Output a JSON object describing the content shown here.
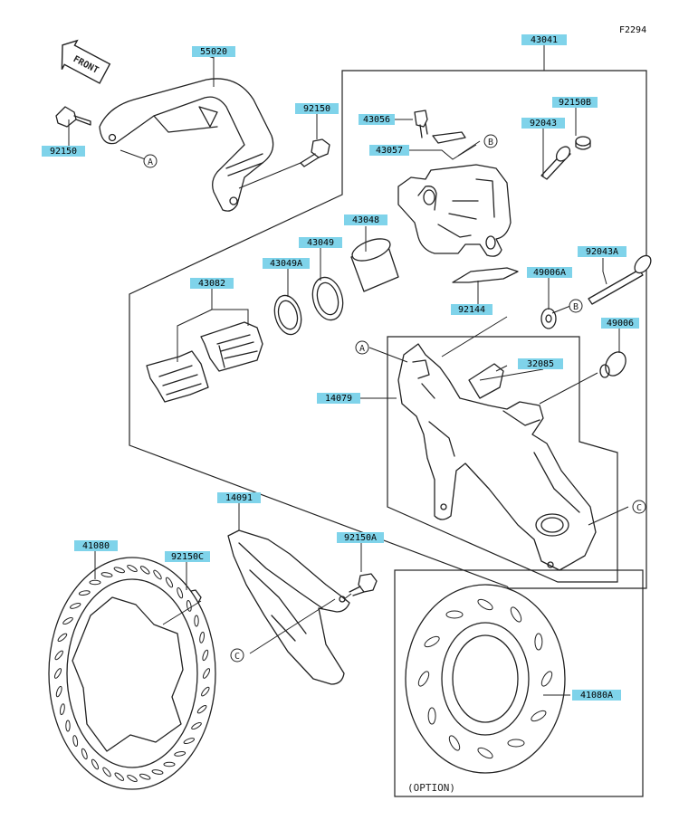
{
  "figure_code": "F2294",
  "front_label": "FRONT",
  "option_label": "(OPTION)",
  "label_color": "#7fd3ea",
  "part_labels": {
    "p55020": "55020",
    "p92150_left": "92150",
    "p92150_mid": "92150",
    "p43041": "43041",
    "p43056": "43056",
    "p43057": "43057",
    "p92150B": "92150B",
    "p92043": "92043",
    "p43048": "43048",
    "p43049": "43049",
    "p43049A": "43049A",
    "p43082": "43082",
    "p92043A": "92043A",
    "p49006A": "49006A",
    "p92144": "92144",
    "p49006": "49006",
    "p32085": "32085",
    "p14079": "14079",
    "p14091": "14091",
    "p41080": "41080",
    "p92150C": "92150C",
    "p92150A": "92150A",
    "p41080A": "41080A"
  },
  "callouts": {
    "a1": "A",
    "a2": "A",
    "b1": "B",
    "b2": "B",
    "c1": "C",
    "c2": "C"
  }
}
